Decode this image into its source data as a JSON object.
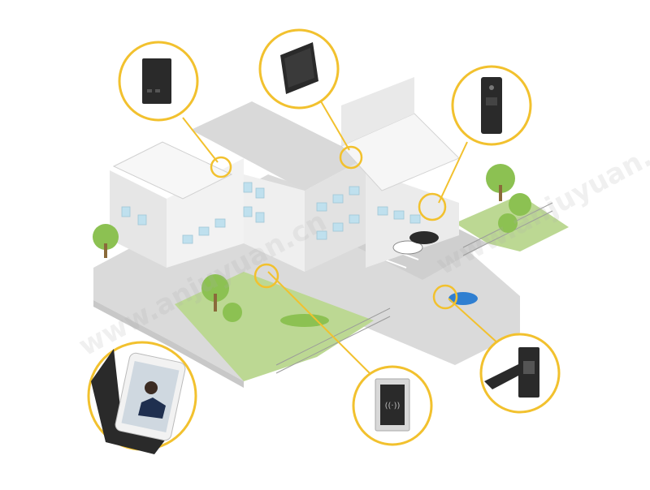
{
  "scene": {
    "watermark_text": "www.anjuyuan.cn"
  },
  "colors": {
    "accent": "#f2c12e",
    "background": "#ffffff",
    "ground": "#d9d9d9",
    "lawn": "#b7d58d",
    "wall": "#eeeeee",
    "wall_shade": "#d6d6d6",
    "device": "#2a2a2a",
    "tree": "#8cc152",
    "car_blue": "#2f7fd1"
  },
  "callouts": [
    {
      "id": "indoor-monitor-wall",
      "icon": "indoor-station-icon"
    },
    {
      "id": "indoor-monitor-desk",
      "icon": "indoor-monitor-icon"
    },
    {
      "id": "door-station-entrance",
      "icon": "door-station-icon"
    },
    {
      "id": "rfid-reader",
      "icon": "rfid-reader-icon"
    },
    {
      "id": "gate-station",
      "icon": "gate-station-icon"
    },
    {
      "id": "mobile-app",
      "icon": "smartphone-video-call-icon"
    }
  ]
}
